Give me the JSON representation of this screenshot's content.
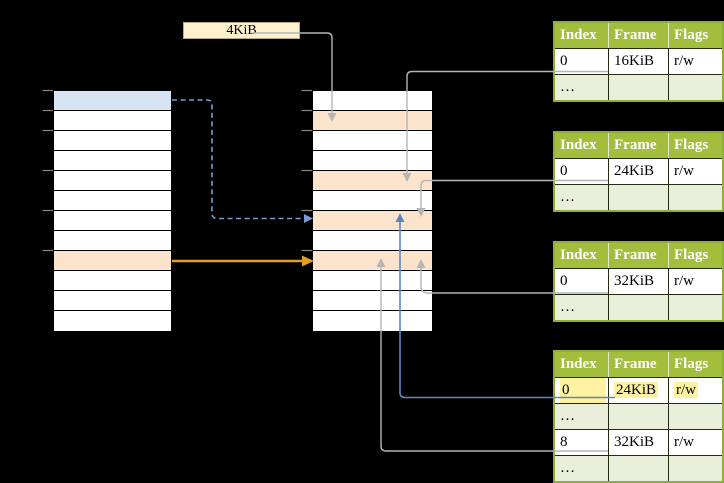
{
  "label_4kib": "4KiB",
  "page_tables": [
    {
      "name": "page-table-16kib",
      "headers": [
        "Index",
        "Frame",
        "Flags"
      ],
      "rows": [
        [
          "0",
          "16KiB",
          "r/w"
        ],
        [
          "…",
          "",
          ""
        ]
      ]
    },
    {
      "name": "page-table-24kib",
      "headers": [
        "Index",
        "Frame",
        "Flags"
      ],
      "rows": [
        [
          "0",
          "24KiB",
          "r/w"
        ],
        [
          "…",
          "",
          ""
        ]
      ]
    },
    {
      "name": "page-table-32kib",
      "headers": [
        "Index",
        "Frame",
        "Flags"
      ],
      "rows": [
        [
          "0",
          "32KiB",
          "r/w"
        ],
        [
          "…",
          "",
          ""
        ]
      ]
    },
    {
      "name": "level2-page-table",
      "headers": [
        "Index",
        "Frame",
        "Flags"
      ],
      "rows": [
        [
          "0",
          "24KiB",
          "r/w"
        ],
        [
          "…",
          "",
          ""
        ],
        [
          "8",
          "32KiB",
          "r/w"
        ],
        [
          "…",
          "",
          ""
        ]
      ],
      "highlighted_row_index": 0
    }
  ],
  "memory": {
    "left_table": {
      "row_count": 12,
      "blue_row_index": 0,
      "orange_row_index": 8
    },
    "middle_table": {
      "row_count": 12,
      "orange_row_indices": [
        1,
        4,
        6,
        8
      ]
    }
  },
  "colors": {
    "blue_fill": "#d6e4f4",
    "orange_fill": "#fce4cc",
    "label_fill": "#fdf0cf",
    "label_border": "#b9ab85",
    "green_header": "#a3be3c",
    "green_light": "#e9efd8",
    "green_border": "#8fae35",
    "highlight_yellow": "#fdf2a2",
    "line_gray": "#b5b5b5",
    "line_blue": "#5e85c0",
    "line_blue_dash": "#7b9bd0",
    "line_orange": "#e09d20"
  }
}
